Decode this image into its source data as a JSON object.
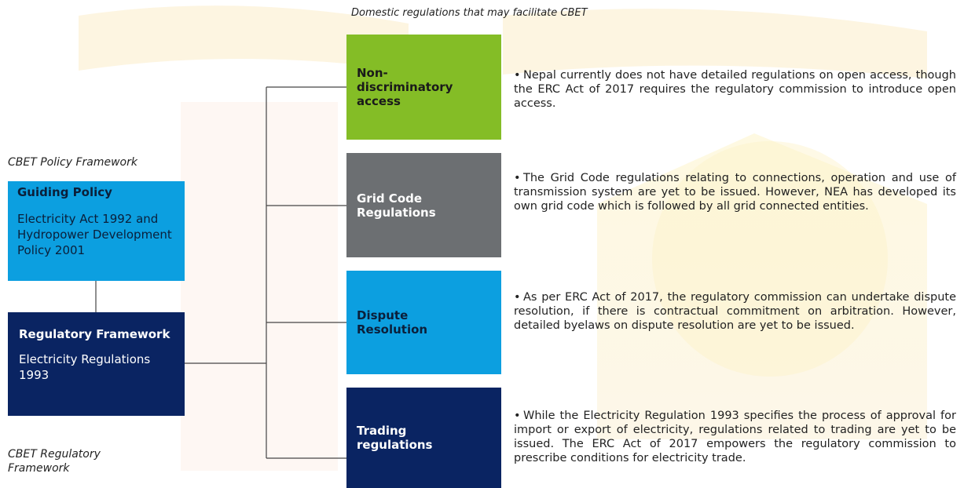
{
  "top_caption": "Domestic regulations that may facilitate CBET",
  "policy_caption": "CBET Policy Framework",
  "regulatory_caption_line1": "CBET Regulatory",
  "regulatory_caption_line2": "Framework",
  "guiding_policy": {
    "title": "Guiding Policy",
    "body": "Electricity Act 1992 and Hydropower Development Policy 2001"
  },
  "regulatory_framework": {
    "title": "Regulatory Framework",
    "body": "Electricity Regulations 1993"
  },
  "categories": [
    {
      "label": "Non-discriminatory access",
      "color": "#84bd26",
      "description": "Nepal currently does not have detailed regulations on open access, though the ERC Act of 2017 requires the regulatory commission to introduce open access."
    },
    {
      "label": "Grid Code Regulations",
      "color": "#6c6f72",
      "description": "The Grid Code regulations relating to connections, operation and use of transmission system are yet to be issued. However, NEA has developed its own grid code which is followed by all grid connected entities."
    },
    {
      "label": "Dispute Resolution",
      "color": "#0c9fe0",
      "description": "As per ERC Act of 2017, the regulatory commission can undertake dispute resolution, if there is contractual commitment on arbitration. However, detailed byelaws on dispute resolution are yet to be issued."
    },
    {
      "label": "Trading regulations",
      "color": "#0a2462",
      "description": "While the Electricity Regulation 1993 specifies the process of approval for import or export of electricity, regulations related to trading are yet to be issued. The ERC Act of 2017 empowers the regulatory commission to prescribe conditions for electricity trade."
    }
  ],
  "bullet": "•"
}
